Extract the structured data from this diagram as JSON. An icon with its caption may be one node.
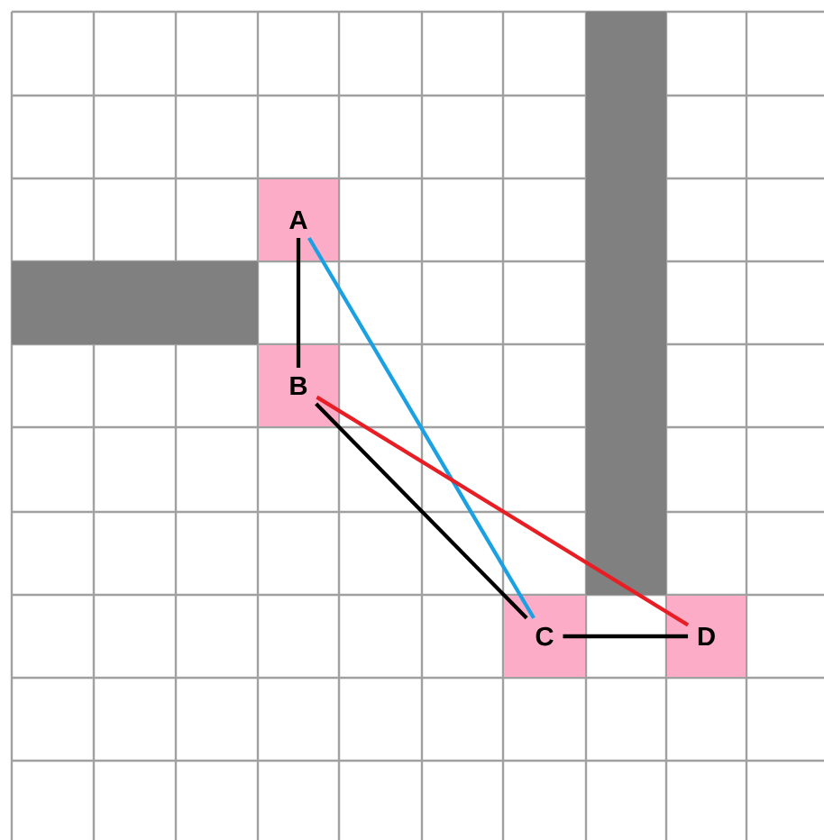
{
  "diagram": {
    "nodes": [
      {
        "text": [
          "A"
        ]
      },
      {
        "text": [
          "B"
        ]
      },
      {
        "text": [
          "C"
        ]
      },
      {
        "text": [
          "D"
        ]
      }
    ],
    "edges": [
      {
        "from": 0,
        "to": 1,
        "arrow": "none"
      },
      {
        "from": 0,
        "to": 2,
        "arrow": "none",
        "color": "#1ba1e2"
      },
      {
        "from": 1,
        "to": 2,
        "arrow": "none"
      },
      {
        "from": 1,
        "to": 3,
        "arrow": "none",
        "color": "#e81e25"
      },
      {
        "from": 2,
        "to": 3,
        "arrow": "none"
      }
    ]
  }
}
